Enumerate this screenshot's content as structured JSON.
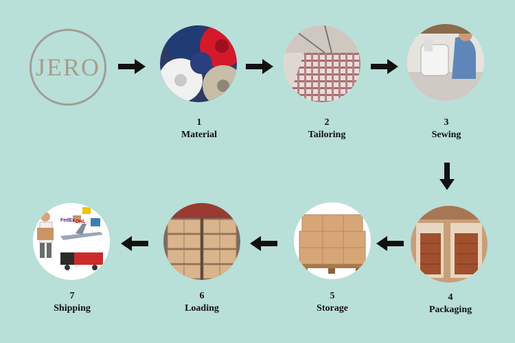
{
  "logo": {
    "text": "JERO"
  },
  "steps": [
    {
      "number": "1",
      "label": "Material"
    },
    {
      "number": "2",
      "label": "Tailoring"
    },
    {
      "number": "3",
      "label": "Sewing"
    },
    {
      "number": "4",
      "label": "Packaging"
    },
    {
      "number": "5",
      "label": "Storage"
    },
    {
      "number": "6",
      "label": "Loading"
    },
    {
      "number": "7",
      "label": "Shipping"
    }
  ],
  "shipping_logos": [
    "FedEx",
    "DHL"
  ]
}
